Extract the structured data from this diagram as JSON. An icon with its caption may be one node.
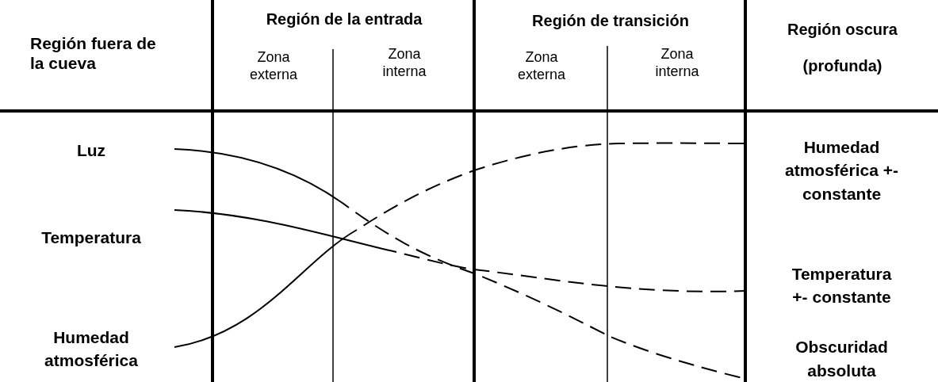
{
  "diagram": {
    "nodes": [
      {
        "text": [
          "Luz"
        ]
      },
      {
        "text": [
          "Temperatura"
        ]
      },
      {
        "text": [
          "Humedad atmosférica"
        ]
      },
      {
        "text": [
          "Humedad atmosférica +- constante"
        ]
      },
      {
        "text": [
          "Temperatura +- constante"
        ]
      },
      {
        "text": [
          "Obscuridad absoluta"
        ]
      }
    ],
    "edges": [
      {
        "from": 0,
        "to": 5,
        "arrow": "none"
      },
      {
        "from": 1,
        "to": 4,
        "arrow": "none"
      },
      {
        "from": 2,
        "to": 3,
        "arrow": "none"
      }
    ],
    "labels": [
      "Región fuera de la cueva",
      "Región de la entrada",
      "Región de transición",
      "Región oscura (profunda)",
      "Zona externa",
      "Zona interna",
      "Zona externa",
      "Zona interna"
    ]
  }
}
